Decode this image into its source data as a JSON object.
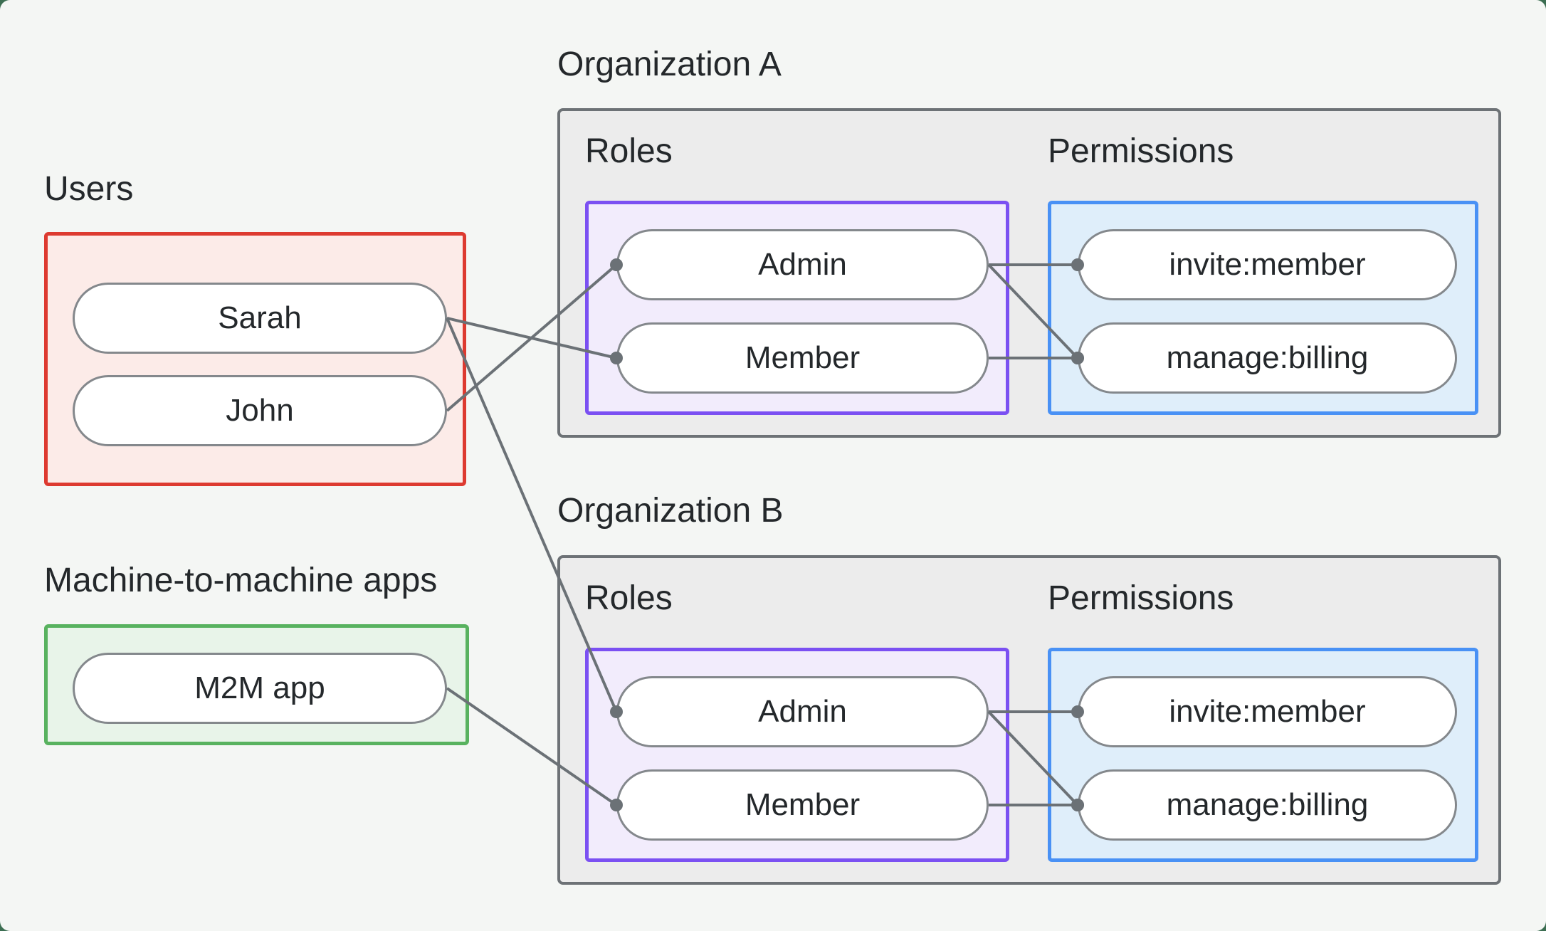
{
  "colors": {
    "background": "#f4f6f4",
    "frame_backdrop": "#3c6e52",
    "org_box_bg": "#ececec",
    "org_box_border": "#6d7276",
    "users_border": "#dd3a30",
    "users_bg": "#fcebe8",
    "m2m_border": "#58b25f",
    "m2m_bg": "#e8f4e9",
    "roles_border": "#7b50f2",
    "roles_bg": "#f2ecfc",
    "permissions_border": "#4991f5",
    "permissions_bg": "#dfeefa",
    "node_border": "#84888c",
    "node_bg": "#ffffff",
    "text": "#24282b",
    "connector": "#6b7176"
  },
  "users_group": {
    "label": "Users",
    "items": [
      {
        "id": "sarah",
        "label": "Sarah"
      },
      {
        "id": "john",
        "label": "John"
      }
    ]
  },
  "m2m_group": {
    "label": "Machine-to-machine apps",
    "items": [
      {
        "id": "m2m-app",
        "label": "M2M app"
      }
    ]
  },
  "organizations": [
    {
      "title": "Organization A",
      "roles_label": "Roles",
      "permissions_label": "Permissions",
      "roles": [
        {
          "id": "org-a-admin",
          "label": "Admin"
        },
        {
          "id": "org-a-member",
          "label": "Member"
        }
      ],
      "permissions": [
        {
          "id": "org-a-invite-member",
          "label": "invite:member"
        },
        {
          "id": "org-a-manage-billing",
          "label": "manage:billing"
        }
      ]
    },
    {
      "title": "Organization B",
      "roles_label": "Roles",
      "permissions_label": "Permissions",
      "roles": [
        {
          "id": "org-b-admin",
          "label": "Admin"
        },
        {
          "id": "org-b-member",
          "label": "Member"
        }
      ],
      "permissions": [
        {
          "id": "org-b-invite-member",
          "label": "invite:member"
        },
        {
          "id": "org-b-manage-billing",
          "label": "manage:billing"
        }
      ]
    }
  ],
  "connections": [
    {
      "from": "sarah",
      "to": "org-a-member"
    },
    {
      "from": "john",
      "to": "org-a-admin"
    },
    {
      "from": "sarah",
      "to": "org-b-admin"
    },
    {
      "from": "m2m-app",
      "to": "org-b-member"
    },
    {
      "from": "org-a-admin",
      "to": "org-a-invite-member"
    },
    {
      "from": "org-a-admin",
      "to": "org-a-manage-billing"
    },
    {
      "from": "org-a-member",
      "to": "org-a-manage-billing"
    },
    {
      "from": "org-b-admin",
      "to": "org-b-invite-member"
    },
    {
      "from": "org-b-admin",
      "to": "org-b-manage-billing"
    },
    {
      "from": "org-b-member",
      "to": "org-b-manage-billing"
    }
  ]
}
